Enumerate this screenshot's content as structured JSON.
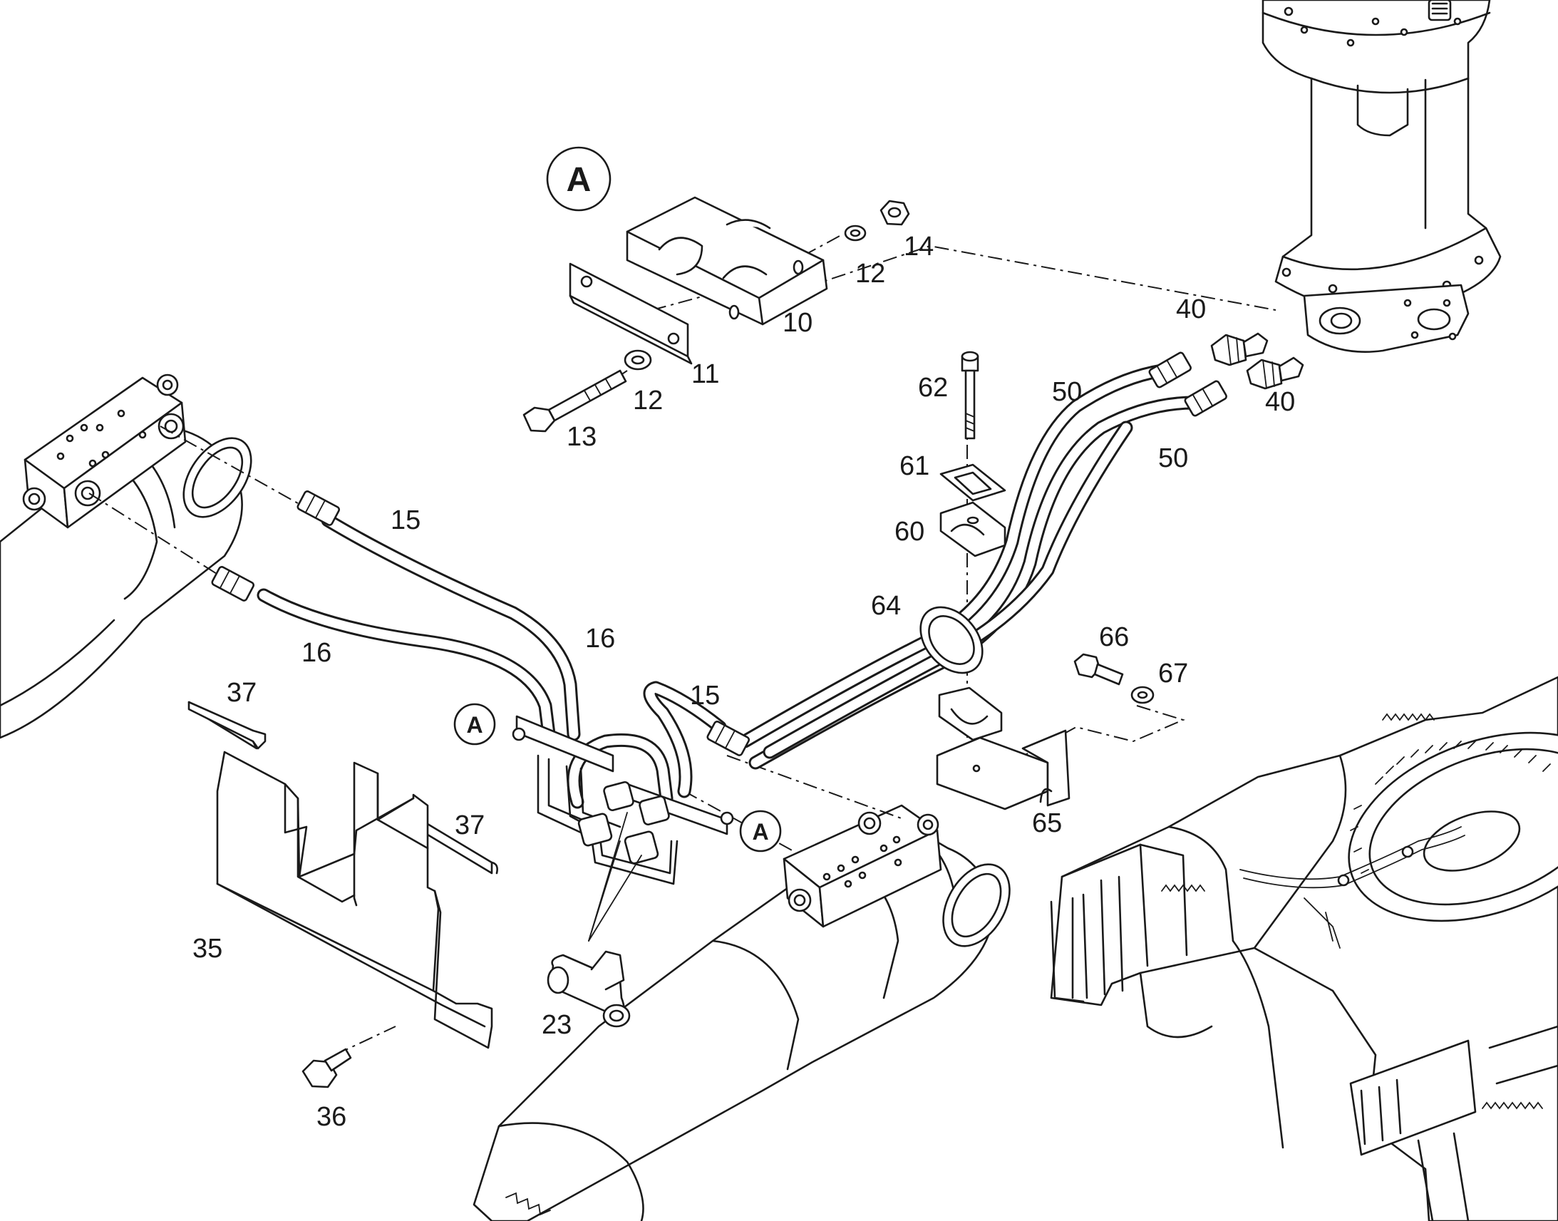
{
  "detail_marker": {
    "letter": "A"
  },
  "callouts": {
    "c10": "10",
    "c11": "11",
    "c12a": "12",
    "c12b": "12",
    "c13": "13",
    "c14": "14",
    "c15a": "15",
    "c15b": "15",
    "c16a": "16",
    "c16b": "16",
    "c23": "23",
    "c35": "35",
    "c36": "36",
    "c37a": "37",
    "c37b": "37",
    "c40a": "40",
    "c40b": "40",
    "c50a": "50",
    "c50b": "50",
    "c60": "60",
    "c61": "61",
    "c62": "62",
    "c64": "64",
    "c65": "65",
    "c66": "66",
    "c67": "67"
  },
  "clamp_markers": {
    "a1": "A",
    "a2": "A"
  }
}
